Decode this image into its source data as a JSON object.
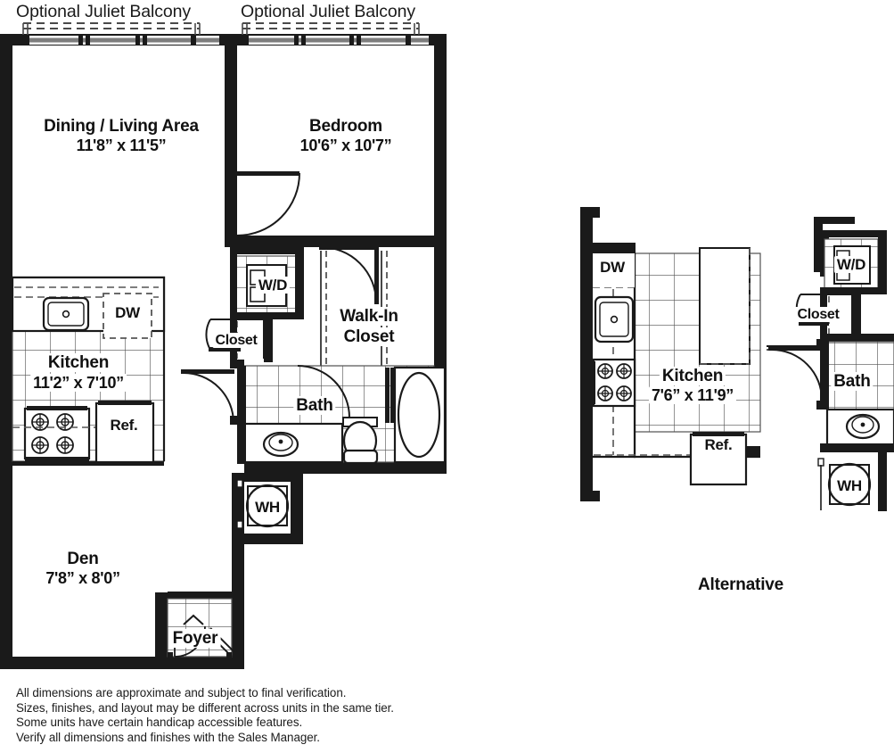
{
  "plan": {
    "title_labels": {
      "balcony_left": "Optional Juliet Balcony",
      "balcony_right": "Optional Juliet Balcony",
      "alternative": "Alternative"
    },
    "colors": {
      "wall": "#1a1a1a",
      "fixture_line": "#1a1a1a",
      "tile_line": "#4a4a4a",
      "dashed": "#555555",
      "background": "#ffffff",
      "text": "#111111"
    },
    "main_unit": {
      "rooms": [
        {
          "name": "Dining / Living Area",
          "dimensions": "11'8” x 11'5”"
        },
        {
          "name": "Bedroom",
          "dimensions": "10'6” x 10'7”"
        },
        {
          "name": "Kitchen",
          "dimensions": "11'2” x 7'10”"
        },
        {
          "name": "Den",
          "dimensions": "7'8” x 8'0”"
        }
      ],
      "spaces": [
        {
          "label": "Walk-In",
          "label2": "Closet"
        },
        {
          "label": "Closet"
        },
        {
          "label": "Bath"
        },
        {
          "label": "Foyer"
        }
      ],
      "appliances": [
        {
          "label": "DW",
          "name": "dishwasher"
        },
        {
          "label": "Ref.",
          "name": "refrigerator"
        },
        {
          "label": "W/D",
          "name": "washer-dryer"
        },
        {
          "label": "WH",
          "name": "water-heater"
        }
      ]
    },
    "alternative_unit": {
      "rooms": [
        {
          "name": "Kitchen",
          "dimensions": "7'6” x 11'9”"
        }
      ],
      "spaces": [
        {
          "label": "Closet"
        },
        {
          "label": "Bath"
        }
      ],
      "appliances": [
        {
          "label": "DW",
          "name": "dishwasher"
        },
        {
          "label": "Ref.",
          "name": "refrigerator"
        },
        {
          "label": "W/D",
          "name": "washer-dryer"
        },
        {
          "label": "WH",
          "name": "water-heater"
        }
      ]
    },
    "disclaimer": [
      "All dimensions are approximate and subject to final verification.",
      "Sizes, finishes, and layout may be different across units in the same tier.",
      "Some units have certain handicap accessible features.",
      "Verify all dimensions and finishes with the Sales Manager."
    ]
  }
}
